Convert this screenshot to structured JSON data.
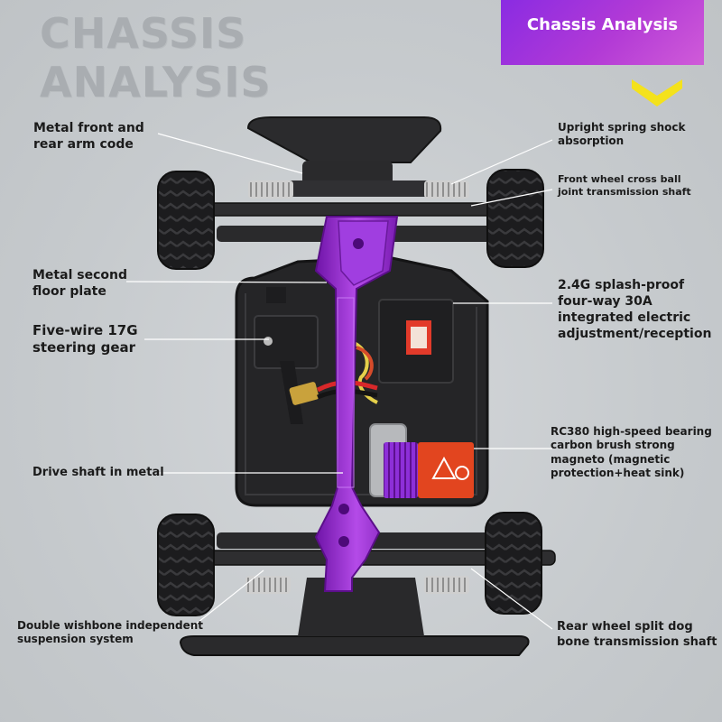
{
  "header": {
    "big_title_line1": "CHASSIS",
    "big_title_line2": "ANALYSIS",
    "badge_label": "Chassis Analysis"
  },
  "colors": {
    "badge": "#9b30e0",
    "chevron": "#f4e21c",
    "frame_purple": "#9a2bd6",
    "chassis_black": "#232325",
    "tire": "#1c1c1e",
    "background": "#c9cdd0"
  },
  "icons": {
    "chevron": "chevron-down-icon",
    "chassis": "rc-car-chassis-illustration"
  },
  "labels": {
    "metal_arm": [
      "Metal front and",
      "rear arm code"
    ],
    "metal_floor": [
      "Metal second",
      "floor plate"
    ],
    "steering": [
      "Five-wire 17G",
      "steering gear"
    ],
    "drive_shaft": [
      "Drive shaft in metal"
    ],
    "wishbone": [
      "Double wishbone independent",
      "suspension system"
    ],
    "spring_shock": [
      "Upright spring shock",
      "absorption"
    ],
    "front_wheel": [
      "Front wheel cross ball",
      "joint transmission shaft"
    ],
    "esc": [
      "2.4G splash-proof",
      "four-way 30A",
      "integrated electric",
      "adjustment/reception"
    ],
    "motor": [
      "RC380 high-speed bearing",
      "carbon brush strong",
      "magneto (magnetic",
      "protection+heat sink)"
    ],
    "rear_wheel": [
      "Rear wheel split dog",
      "bone transmission shaft"
    ]
  }
}
